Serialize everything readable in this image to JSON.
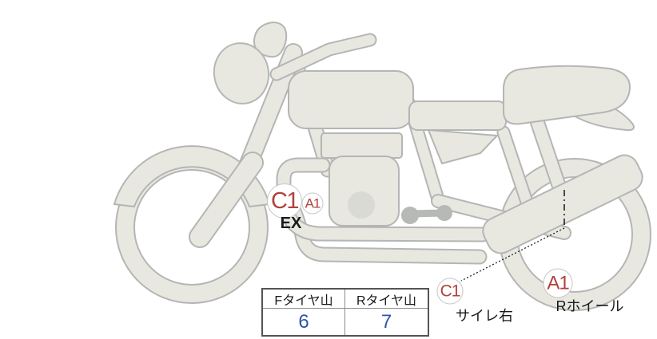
{
  "canvas": {
    "background": "#ffffff"
  },
  "palette": {
    "body_fill": "#e8e8e1",
    "body_outline": "#b4b6b4",
    "detail_gray": "#b7b9b7",
    "engine_circle": "#d9dad4",
    "marker_text": "#b1423c",
    "marker_ring": "#c6c6c6",
    "caption_text": "#1a1a1a",
    "table_border": "#545454",
    "table_value_color": "#2f55a9",
    "indicator_line": "#222222"
  },
  "markers": [
    {
      "label": "C1",
      "target": "exhaust"
    },
    {
      "label": "A1",
      "target": "exhaust"
    },
    {
      "label": "C1",
      "target": "silencer-right"
    },
    {
      "label": "A1",
      "target": "rear-wheel"
    }
  ],
  "captions": {
    "exhaust": "EX",
    "silencer": "サイレ右",
    "rear_wheel": "Rホイール"
  },
  "tire_table": {
    "columns": [
      {
        "header": "Fタイヤ山",
        "value": "6"
      },
      {
        "header": "Rタイヤ山",
        "value": "7"
      }
    ]
  }
}
